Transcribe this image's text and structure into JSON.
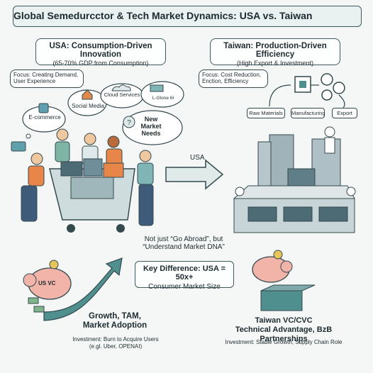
{
  "title": "Global Semedurcctor & Tech Market Dynamics: USA vs. Taiwan",
  "usa_box": {
    "heading": "USA: Consumption-Driven Innovation",
    "sub": "(65-70% GDP from Consumption)"
  },
  "taiwan_box": {
    "heading": "Taiwan: Production-Driven Efficiency",
    "sub": "(High Export & Investment)"
  },
  "usa_focus": {
    "line1": "Focus: Creating Demand,",
    "line2": "User Experience"
  },
  "taiwan_focus": {
    "line1": "Focus: Cost Reduction,",
    "line2": "Enction, Efficiency"
  },
  "usa_bubbles": {
    "ecommerce": "E-commerce",
    "social": "Social Media",
    "cloud": "Cloud Services",
    "globe": "L-Glone 6I",
    "needs_1": "New",
    "needs_2": "Market",
    "needs_3": "Needs"
  },
  "taiwan_flow": [
    "Raw Materials",
    "Manufacturing",
    "Export"
  ],
  "arrow_label": "USA",
  "market_dna": {
    "line1": "Not just “Go Abroad”, but",
    "line2": "“Understand Market DNA”"
  },
  "key_diff": {
    "line1": "Key Difference: USA = 50x+",
    "line2": "Consumer Market Size"
  },
  "usa_vc": {
    "pig_label": "US VC",
    "h1": "Growth, TAM,",
    "h2": "Market Adoption",
    "inv1": "Investment: Burn to Acquire Users",
    "inv2": "(e.gl. Uber, OPENAI)"
  },
  "taiwan_vc": {
    "h1": "Taiwan VC/CVC",
    "h2": "Technical Advantage, BzB Partnerships",
    "inv": "Investment: Stable Growth, Supply Chain Role"
  },
  "colors": {
    "teal": "#4f8f8d",
    "orange": "#e8864a",
    "pig": "#f2b3a8",
    "bg": "#f4f7f6",
    "line": "#34494e"
  }
}
